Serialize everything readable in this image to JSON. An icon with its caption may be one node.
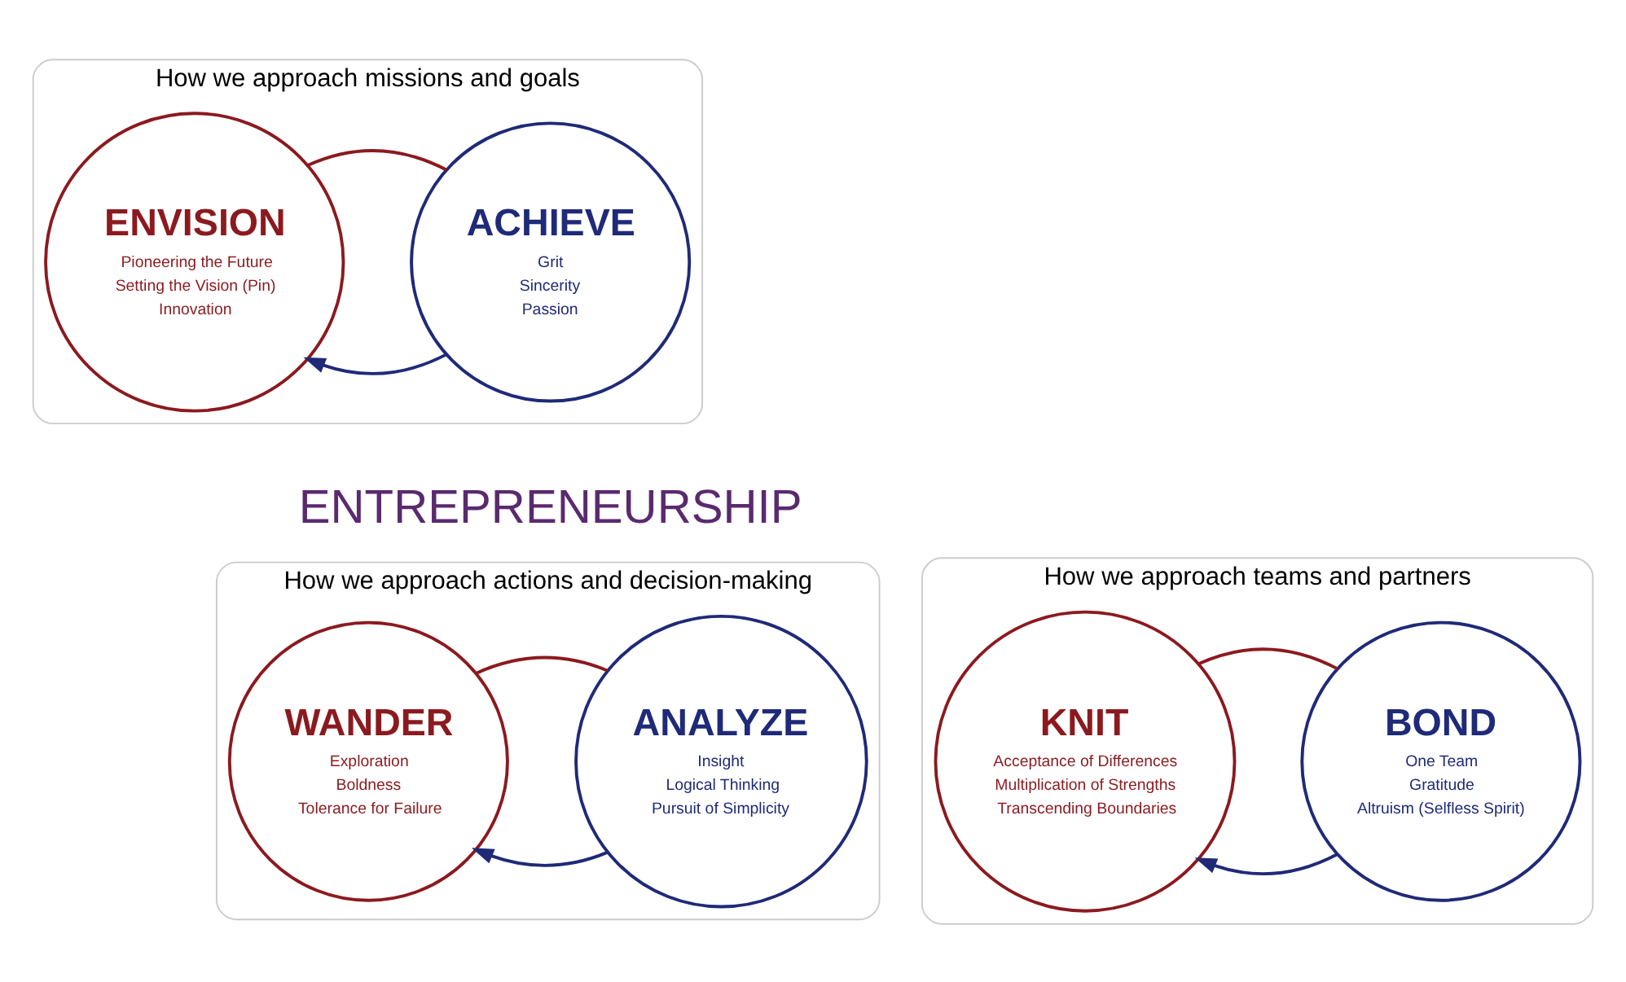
{
  "diagram": {
    "nodes": [
      {
        "text": [
          "How we approach missions and goals"
        ]
      },
      {
        "text": [
          "ACHIEVE",
          "Grit",
          "Sincerity",
          "Passion"
        ],
        "in": 0
      },
      {
        "text": [
          "ENVISION",
          "Pioneering the Future",
          "Setting the Vision (Pin)",
          "Innovation"
        ],
        "in": 0
      },
      {
        "text": [
          "How we approach actions and decision-making"
        ]
      },
      {
        "text": [
          "ANALYZE",
          "Insight",
          "Logical Thinking",
          "Pursuit of Simplicity"
        ],
        "in": 3
      },
      {
        "text": [
          "WANDER",
          "Exploration",
          "Boldness",
          "Tolerance for Failure"
        ],
        "in": 3
      },
      {
        "text": [
          "How we approach teams and partners"
        ]
      },
      {
        "text": [
          "BOND",
          "One Team",
          "Gratitude",
          "Altruism (Selfless Spirit)"
        ],
        "in": 6
      },
      {
        "text": [
          "KNIT",
          "Acceptance of Differences",
          "Multiplication of Strengths",
          "Transcending Boundaries"
        ],
        "in": 6
      }
    ],
    "edges": [
      {
        "from": 1,
        "to": 2,
        "arrow": "to",
        "color": "#1f2a78"
      },
      {
        "from": 2,
        "to": 1,
        "arrow": "none",
        "color": "#8b1a1f"
      },
      {
        "from": 4,
        "to": 5,
        "arrow": "to",
        "color": "#1f2a78"
      },
      {
        "from": 5,
        "to": 4,
        "arrow": "none",
        "color": "#8b1a1f"
      },
      {
        "from": 7,
        "to": 8,
        "arrow": "to",
        "color": "#1f2a78"
      },
      {
        "from": 8,
        "to": 7,
        "arrow": "none",
        "color": "#8b1a1f"
      }
    ],
    "labels": [
      "ENTREPRENEURSHIP"
    ]
  }
}
